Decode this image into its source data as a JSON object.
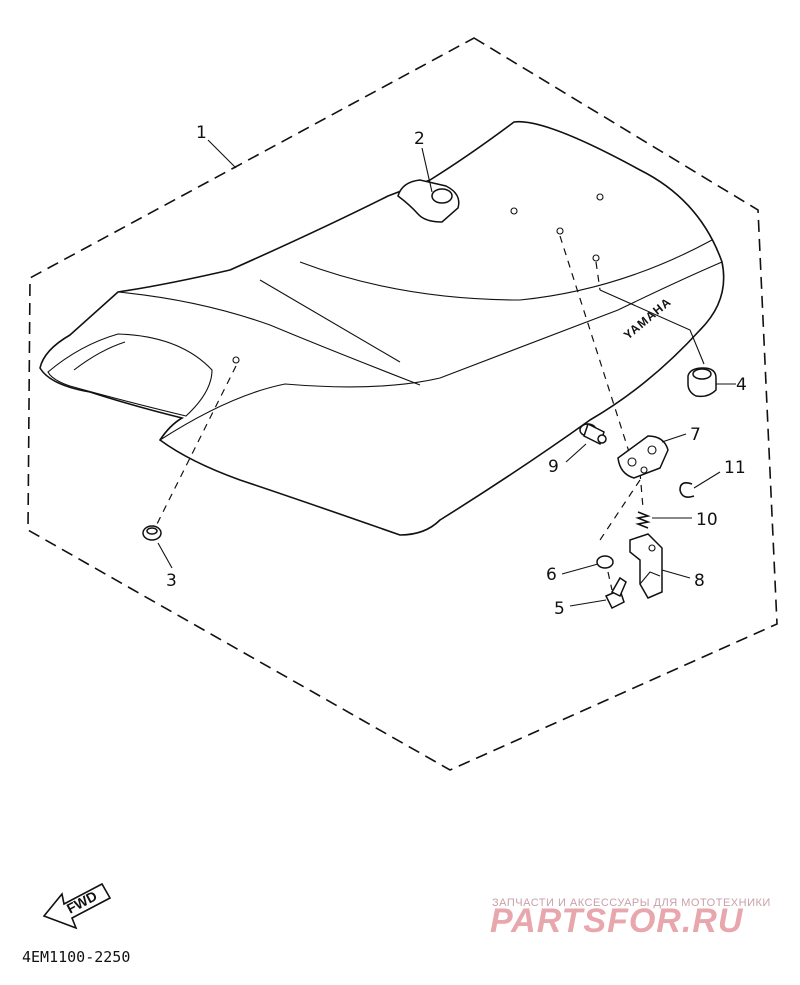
{
  "diagram": {
    "seat_brand_text": "YAMAHA",
    "direction_label": "FWD",
    "diagram_code": "4EM1100-2250",
    "callouts": [
      {
        "id": "c1",
        "label": "1"
      },
      {
        "id": "c2",
        "label": "2"
      },
      {
        "id": "c3",
        "label": "3"
      },
      {
        "id": "c4",
        "label": "4"
      },
      {
        "id": "c5",
        "label": "5"
      },
      {
        "id": "c6",
        "label": "6"
      },
      {
        "id": "c7",
        "label": "7"
      },
      {
        "id": "c8",
        "label": "8"
      },
      {
        "id": "c9",
        "label": "9"
      },
      {
        "id": "c10",
        "label": "10"
      },
      {
        "id": "c11",
        "label": "11"
      }
    ]
  },
  "watermark": {
    "top_text": "ЗАПЧАСТИ И АКСЕССУАРЫ ДЛЯ МОТОТЕХНИКИ",
    "main_text": "PARTSFOR.RU"
  }
}
